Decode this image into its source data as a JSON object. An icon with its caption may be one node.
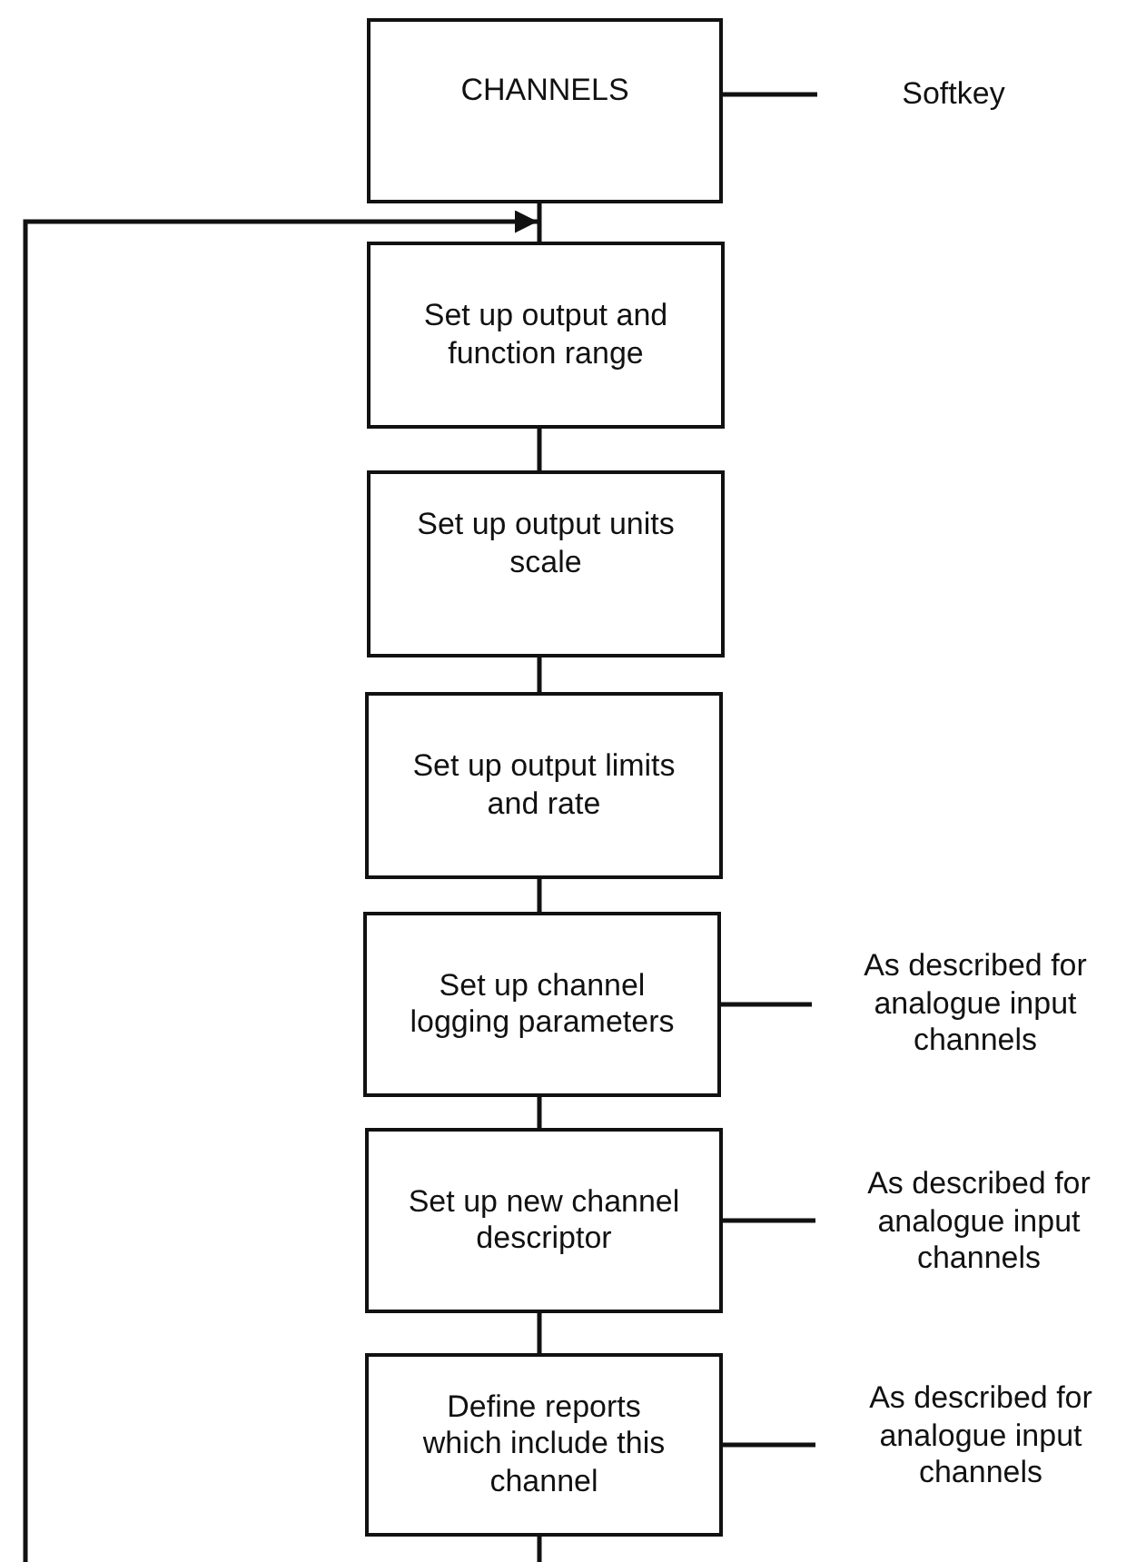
{
  "diagram": {
    "nodes": [
      {
        "text": [
          "CHANNELS"
        ]
      },
      {
        "text": [
          "Softkey"
        ]
      },
      {
        "text": [
          "Set up output and function range"
        ]
      },
      {
        "text": [
          "Set up output units scale"
        ]
      },
      {
        "text": [
          "Set up output limits and rate"
        ]
      },
      {
        "text": [
          "Set up channel logging parameters"
        ]
      },
      {
        "text": [
          "As described for analogue input channels"
        ]
      },
      {
        "text": [
          "Set up new channel descriptor"
        ]
      },
      {
        "text": [
          "As described for analogue input channels"
        ]
      },
      {
        "text": [
          "Define reports which include this channel"
        ]
      },
      {
        "text": [
          "As described for analogue input channels"
        ]
      }
    ],
    "edges": [
      {
        "from": 0,
        "to": 1,
        "arrow": "none"
      },
      {
        "from": 0,
        "to": 2,
        "arrow": "none"
      },
      {
        "from": 2,
        "to": 3,
        "arrow": "none"
      },
      {
        "from": 3,
        "to": 4,
        "arrow": "none"
      },
      {
        "from": 4,
        "to": 5,
        "arrow": "none"
      },
      {
        "from": 5,
        "to": 6,
        "arrow": "none"
      },
      {
        "from": 5,
        "to": 7,
        "arrow": "none"
      },
      {
        "from": 7,
        "to": 8,
        "arrow": "none"
      },
      {
        "from": 7,
        "to": 9,
        "arrow": "none"
      },
      {
        "from": 9,
        "to": 10,
        "arrow": "none"
      },
      {
        "from": 9,
        "to": null,
        "arrow": "none"
      },
      {
        "from": null,
        "to": 2,
        "arrow": "to"
      }
    ]
  }
}
